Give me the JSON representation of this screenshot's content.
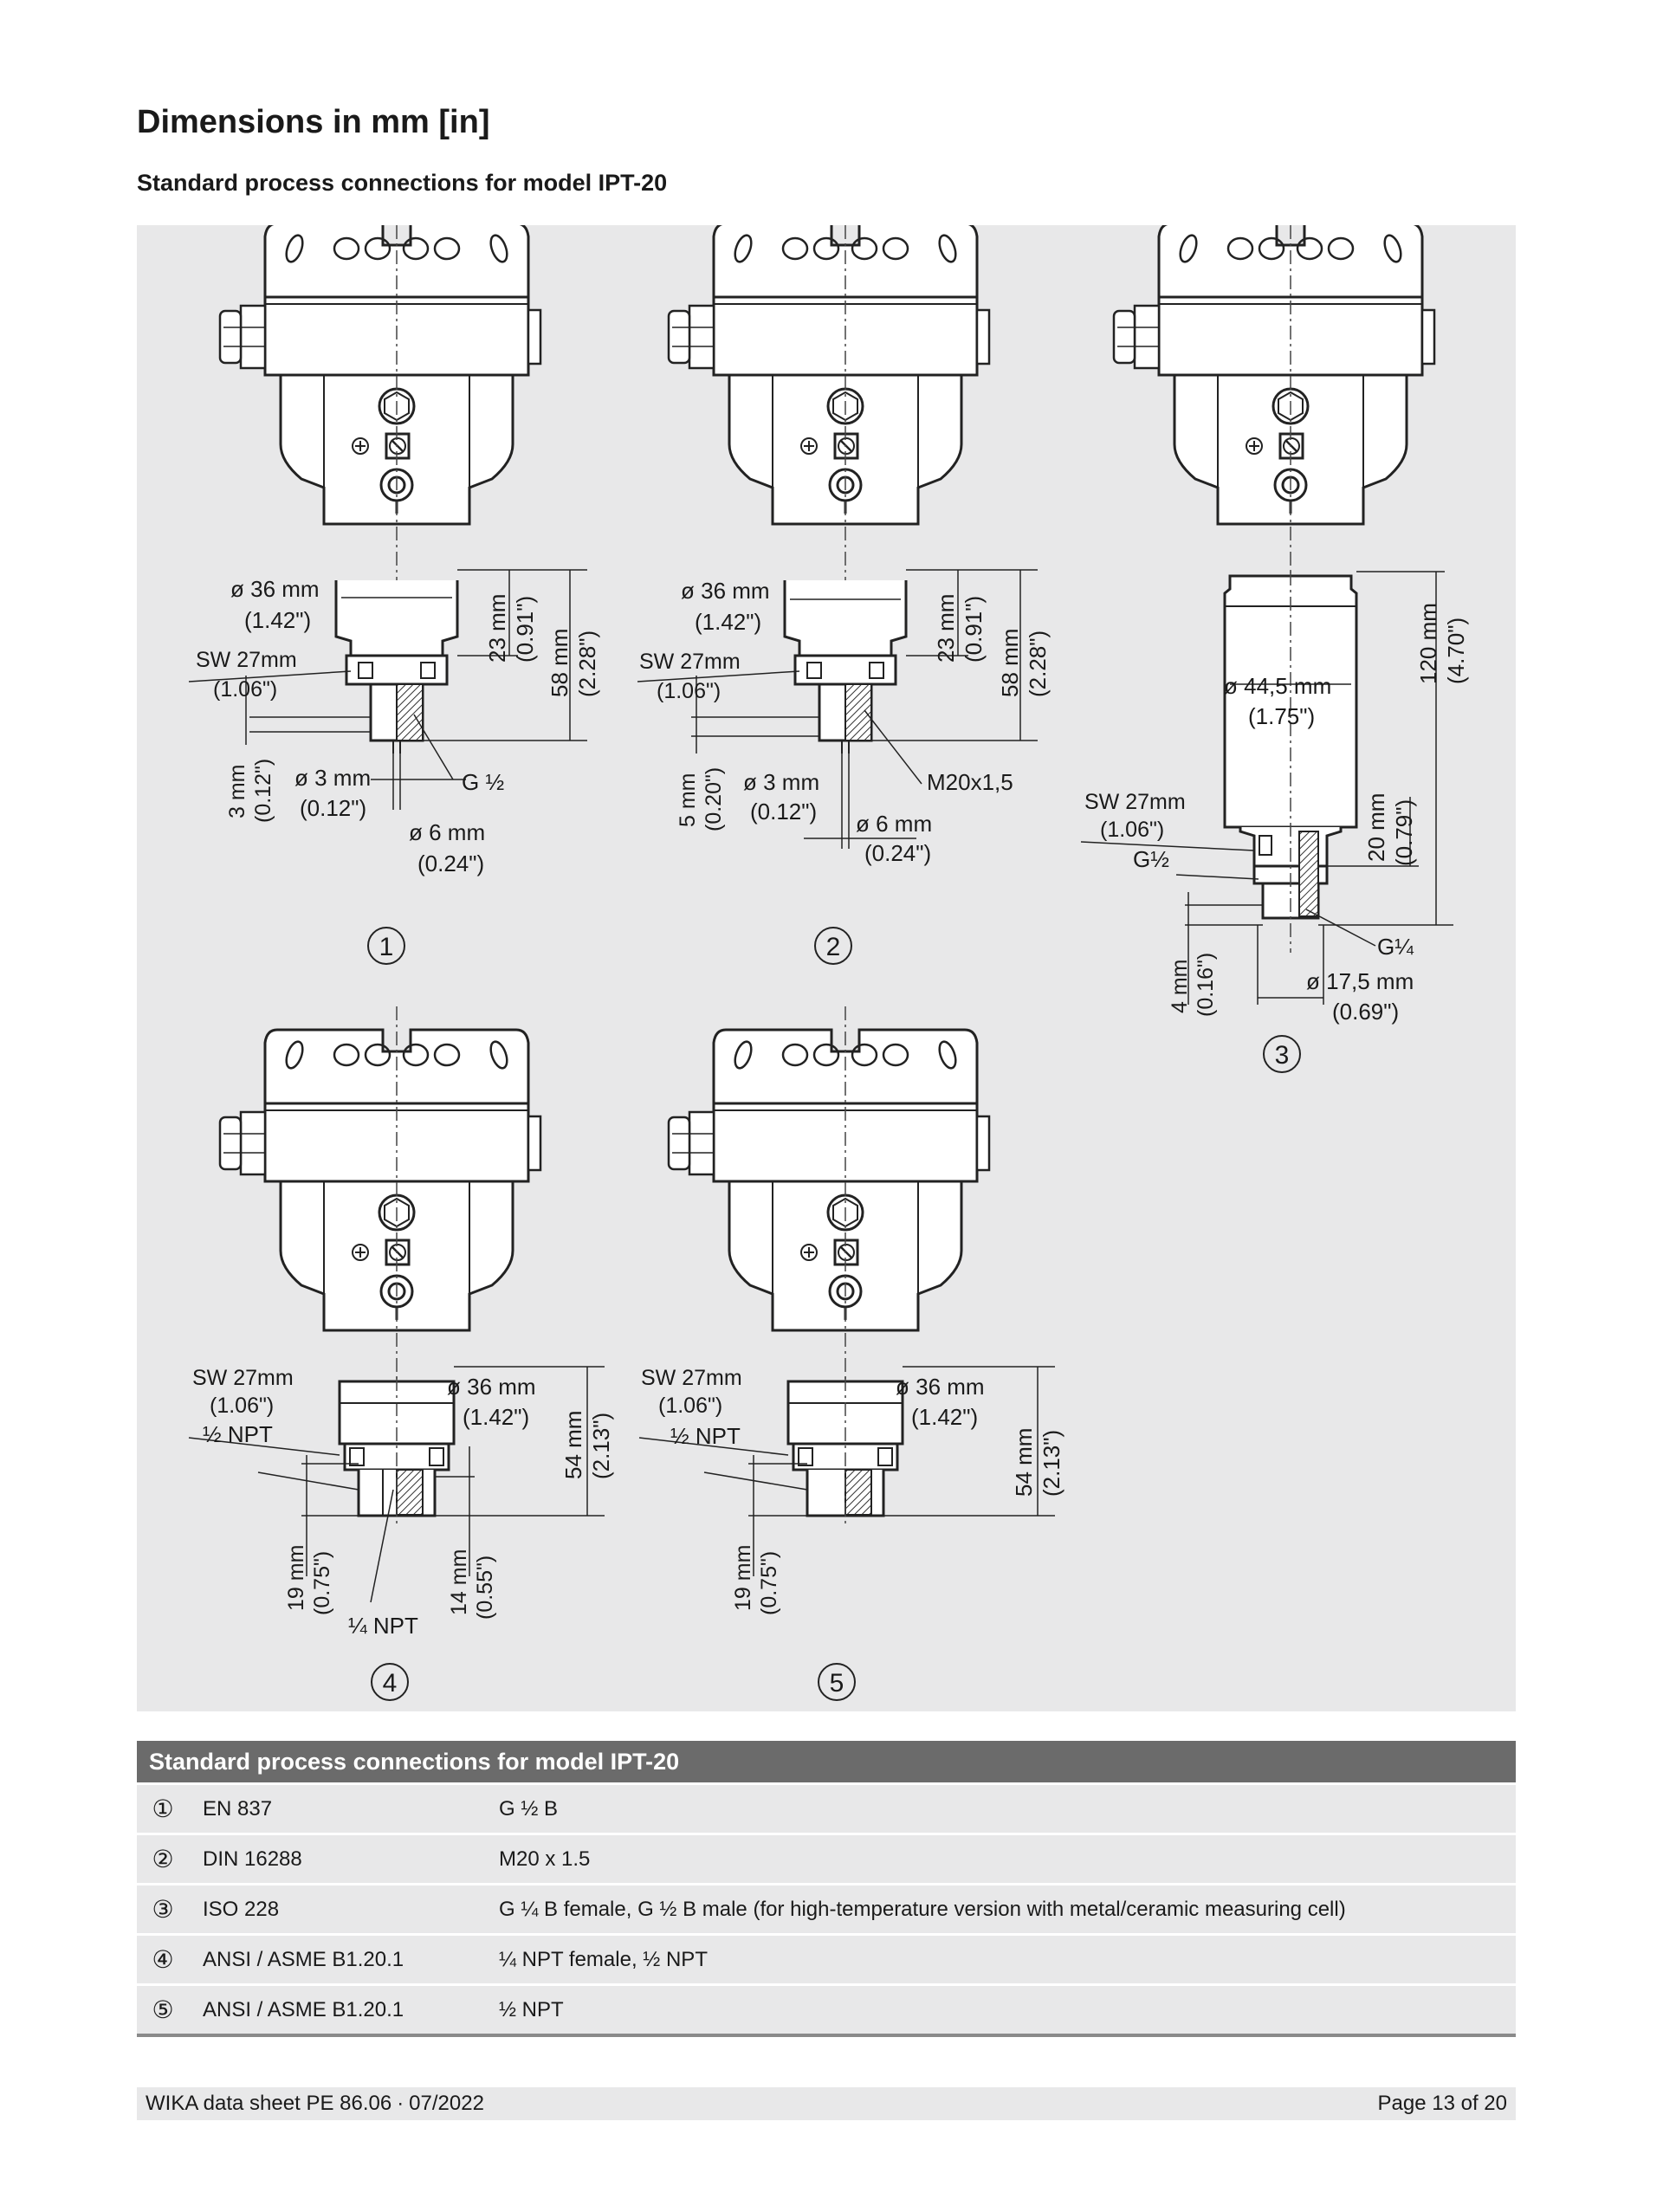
{
  "header": {
    "title": "Dimensions in mm [in]",
    "subtitle": "Standard process connections for model IPT-20"
  },
  "drawing": {
    "labels": {
      "d36": "ø 36 mm",
      "d36_in": "(1.42\")",
      "sw27": "SW 27mm",
      "sw27_in": "(1.06\")",
      "h23": "23 mm",
      "h23_in": "(0.91\")",
      "h58": "58 mm",
      "h58_in": "(2.28\")",
      "h3": "3 mm",
      "h3_in": "(0.12\")",
      "h5": "5 mm",
      "h5_in": "(0.20\")",
      "d3": "ø 3 mm",
      "d3_in": "(0.12\")",
      "d6": "ø 6 mm",
      "d6_in": "(0.24\")",
      "g12": "G ½",
      "m20": "M20x1,5",
      "d445": "ø 44,5 mm",
      "d445_in": "(1.75\")",
      "h120": "120 mm",
      "h120_in": "(4.70\")",
      "h20": "20 mm",
      "h20_in": "(0.79\")",
      "g12b": "G½",
      "g14": "G¼",
      "h4": "4 mm",
      "h4_in": "(0.16\")",
      "d175": "ø 17,5 mm",
      "d175_in": "(0.69\")",
      "npt12": "½ NPT",
      "npt14": "¼ NPT",
      "h54": "54 mm",
      "h54_in": "(2.13\")",
      "h19": "19 mm",
      "h19_in": "(0.75\")",
      "h14": "14 mm",
      "h14_in": "(0.55\")"
    },
    "callouts": [
      "1",
      "2",
      "3",
      "4",
      "5"
    ]
  },
  "table": {
    "title": "Standard process connections for model IPT-20",
    "rows": [
      {
        "num": "①",
        "standard": "EN 837",
        "thread": "G ½ B"
      },
      {
        "num": "②",
        "standard": "DIN 16288",
        "thread": "M20 x 1.5"
      },
      {
        "num": "③",
        "standard": "ISO 228",
        "thread": "G ¼ B female, G ½ B male (for high-temperature version with metal/ceramic measuring cell)"
      },
      {
        "num": "④",
        "standard": "ANSI / ASME B1.20.1",
        "thread": "¼ NPT female, ½ NPT"
      },
      {
        "num": "⑤",
        "standard": "ANSI / ASME B1.20.1",
        "thread": "½ NPT"
      }
    ]
  },
  "footer": {
    "left": "WIKA data sheet PE 86.06 ∙ 07/2022",
    "right": "Page 13 of 20"
  }
}
